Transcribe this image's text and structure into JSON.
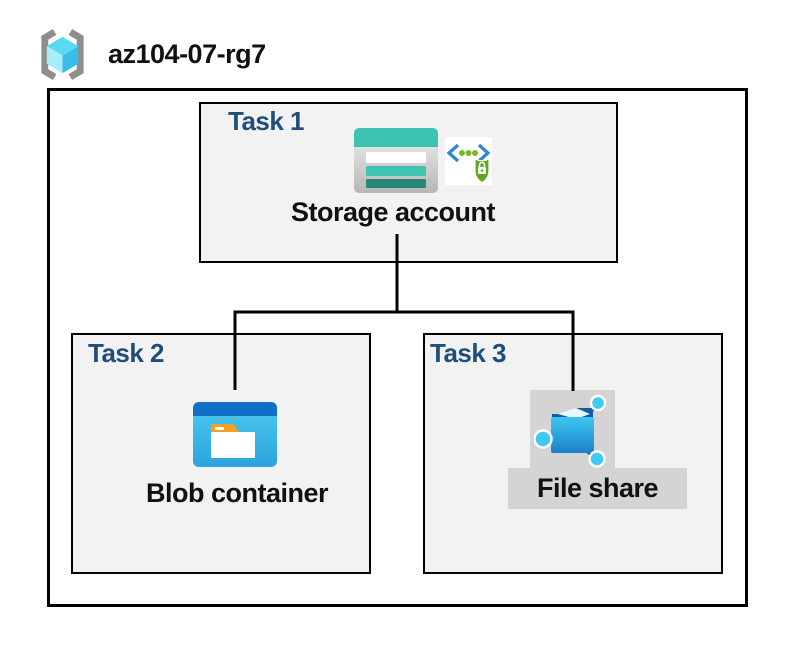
{
  "header": {
    "title": "az104-07-rg7",
    "icon": "resource-group-icon"
  },
  "tasks": [
    {
      "id": "task1",
      "label": "Task 1",
      "resource": "Storage account",
      "icons": [
        "storage-account-icon",
        "secure-access-icon"
      ]
    },
    {
      "id": "task2",
      "label": "Task 2",
      "resource": "Blob container",
      "icons": [
        "blob-container-icon"
      ]
    },
    {
      "id": "task3",
      "label": "Task 3",
      "resource": "File share",
      "icons": [
        "file-share-icon"
      ],
      "highlighted": true
    }
  ],
  "connections": [
    {
      "from": "Storage account",
      "to": "Blob container"
    },
    {
      "from": "Storage account",
      "to": "File share"
    }
  ],
  "colors": {
    "task_label": "#1E4E79",
    "box_bg": "#F2F2F2",
    "box_border": "#000000",
    "connector": "#000000",
    "highlight": "#D4D4D4",
    "teal": "#3DC3B2",
    "teal_mid": "#41C2B2",
    "teal_dark": "#27857A",
    "blob_bar": "#0F70C6",
    "blob_body_light": "#4FCBEF",
    "blob_body_dark": "#2BA2DE",
    "folder_orange": "#F5A025",
    "fs_light": "#3DC6F2",
    "fs_dark": "#1C82C8",
    "fs_navy": "#0E5EA8",
    "fs_node": "#3FC9F4",
    "sas_blue": "#2E86D1",
    "sas_green": "#76B82A",
    "shield_green": "#5DA91D",
    "bracket_gray": "#8E8E8E",
    "cube_top": "#5BD8F4",
    "cube_left": "#A9EDFB",
    "cube_right": "#36BEE8"
  }
}
